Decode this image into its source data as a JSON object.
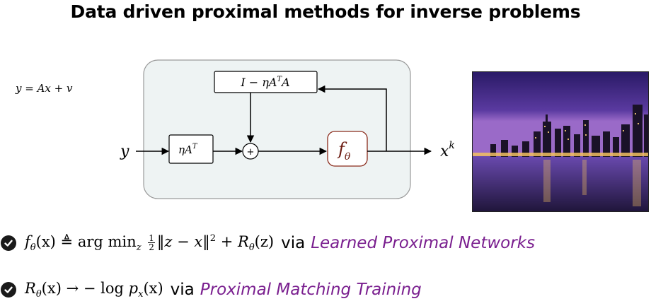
{
  "title": "Data driven proximal methods for inverse problems",
  "model_equation": "y = Ax + v",
  "diagram": {
    "input_label": "y",
    "output_label": "x",
    "output_superscript": "k",
    "step_block_label": "ηA",
    "step_block_superscript": "T",
    "feedback_block_prefix": "I − ηA",
    "feedback_block_superscript": "T",
    "feedback_block_suffix": "A",
    "sum_symbol": "+",
    "prox_label": "f",
    "prox_subscript": "θ",
    "colors": {
      "panel_fill": "#eef3f3",
      "panel_stroke": "#9a9a9a",
      "prox_stroke": "#8a2a1a",
      "prox_text": "#6b1a10"
    }
  },
  "bullets": [
    {
      "icon": "check-circle-icon",
      "lhs_f": "f",
      "lhs_sub": "θ",
      "lhs_arg": "(x)",
      "defeq": "≜",
      "argmin": "arg min",
      "argmin_sub": "z",
      "frac_num": "1",
      "frac_den": "2",
      "norm_body": "‖z − x‖",
      "norm_sup": "2",
      "plus": "+",
      "reg": "R",
      "reg_sub": "θ",
      "reg_arg": "(z)",
      "via": "via",
      "method": "Learned Proximal Networks"
    },
    {
      "icon": "check-circle-icon",
      "lhs_R": "R",
      "lhs_sub": "θ",
      "lhs_arg": "(x)",
      "arrow": "→",
      "neg_log": "− log",
      "p": "p",
      "p_sub": "x",
      "p_arg": "(x)",
      "via": "via",
      "method": "Proximal Matching Training"
    }
  ],
  "accent_color": "#7a1f8f"
}
